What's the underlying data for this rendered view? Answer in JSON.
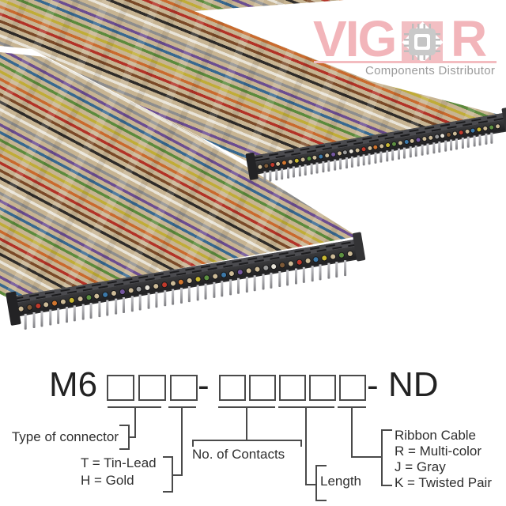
{
  "logo": {
    "text_before_chip": "VIG",
    "text_after_chip": "R",
    "tagline": "Components Distributor",
    "brand_color": "#f2b5ba",
    "tagline_color": "#9b9b9b"
  },
  "photo": {
    "wire_pair_colors": [
      "#7a4a28",
      "#b23327",
      "#c96a2e",
      "#c0ac38",
      "#5c8a3c",
      "#38688f",
      "#6b4d90",
      "#8d8d8d",
      "#e9e4d8",
      "#2f2c29"
    ],
    "ribbon_base_color": "#c7b492",
    "connector_color": "#2c2c2e",
    "pin_color": "#a9a9ad",
    "pin_count": 40,
    "dot_colors": [
      "#cdbb97",
      "#7d5a38",
      "#c0392b",
      "#cdbb97",
      "#d2762f",
      "#cdbb97",
      "#c9b832",
      "#cdbb97",
      "#5d9141",
      "#cdbb97",
      "#3c78a8",
      "#cdbb97",
      "#7457a0",
      "#cdbb97",
      "#9a9a9a",
      "#e8e4da",
      "#cdbb97",
      "#c0392b",
      "#cdbb97",
      "#d2762f",
      "#cdbb97",
      "#c9b832",
      "#5d9141",
      "#cdbb97",
      "#3c78a8",
      "#cdbb97",
      "#7457a0",
      "#cdbb97",
      "#cdbb97",
      "#9a9a9a",
      "#e8e4da",
      "#7d5a38",
      "#cdbb97",
      "#c0392b",
      "#cdbb97",
      "#3c78a8",
      "#c9b832",
      "#cdbb97",
      "#5d9141",
      "#cdbb97"
    ]
  },
  "part_number": {
    "prefix": "M6",
    "separator": "-",
    "suffix": "ND",
    "group1_box_count": 3,
    "group2_box_count": 5,
    "labels": {
      "connector_type": "Type of connector",
      "plating": [
        "T = Tin-Lead",
        "H = Gold"
      ],
      "contacts": "No. of Contacts",
      "length": "Length",
      "ribbon": [
        "Ribbon Cable",
        "R = Multi-color",
        "J = Gray",
        "K = Twisted Pair"
      ]
    }
  }
}
